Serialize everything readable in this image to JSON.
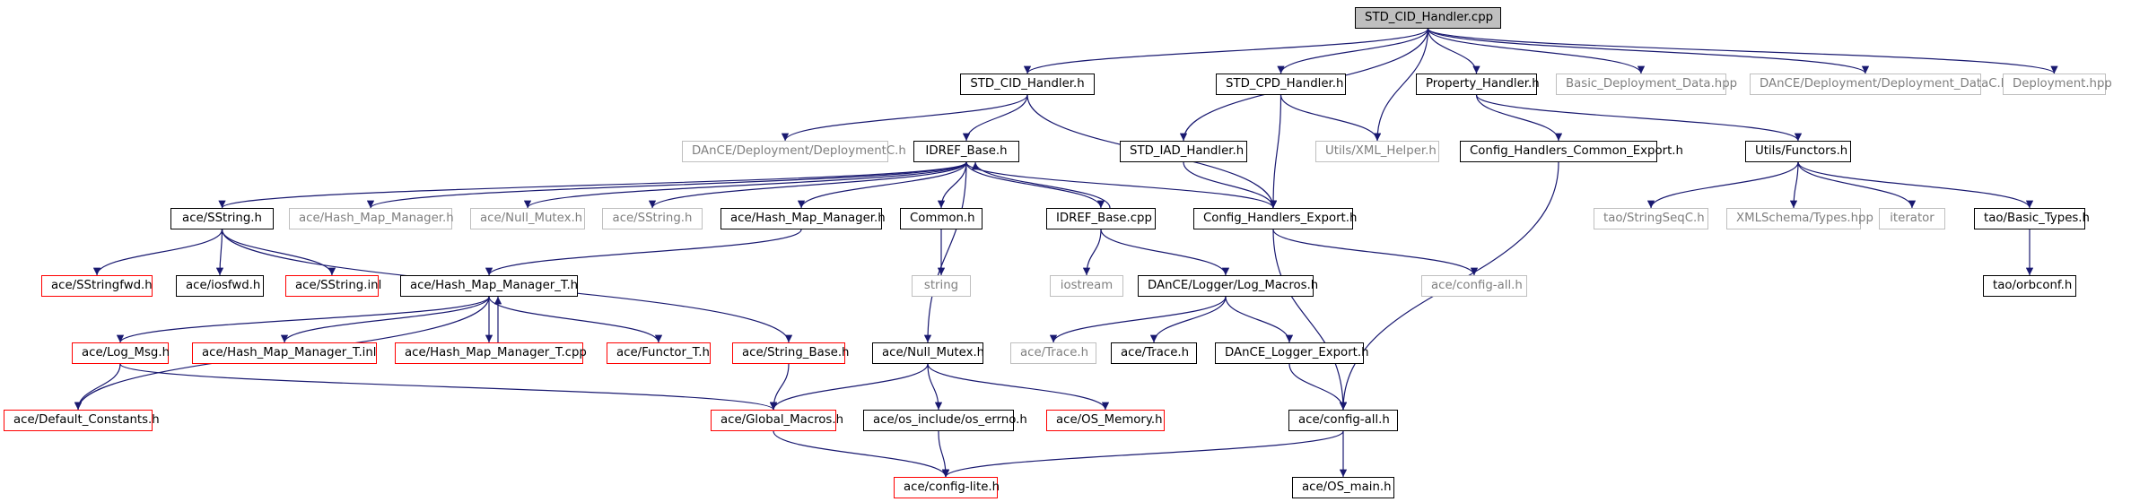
{
  "diagram": {
    "edge_color": "#191970",
    "nodes": [
      {
        "id": "root",
        "label": "STD_CID_Handler.cpp",
        "style": "root"
      },
      {
        "id": "cidh",
        "label": "STD_CID_Handler.h",
        "style": "normal"
      },
      {
        "id": "iadh",
        "label": "STD_IAD_Handler.h",
        "style": "normal"
      },
      {
        "id": "cpdh",
        "label": "STD_CPD_Handler.h",
        "style": "normal"
      },
      {
        "id": "xmlh",
        "label": "Utils/XML_Helper.h",
        "style": "grey"
      },
      {
        "id": "proph",
        "label": "Property_Handler.h",
        "style": "normal"
      },
      {
        "id": "bdd",
        "label": "Basic_Deployment_Data.hpp",
        "style": "grey"
      },
      {
        "id": "ddc",
        "label": "DAnCE/Deployment/Deployment_DataC.h",
        "style": "grey"
      },
      {
        "id": "dephpp",
        "label": "Deployment.hpp",
        "style": "grey"
      },
      {
        "id": "depc",
        "label": "DAnCE/Deployment/DeploymentC.h",
        "style": "grey"
      },
      {
        "id": "idrefh",
        "label": "IDREF_Base.h",
        "style": "normal"
      },
      {
        "id": "chce",
        "label": "Config_Handlers_Common_Export.h",
        "style": "normal"
      },
      {
        "id": "func",
        "label": "Utils/Functors.h",
        "style": "normal"
      },
      {
        "id": "sstrh",
        "label": "ace/SString.h",
        "style": "normal"
      },
      {
        "id": "hmm_g",
        "label": "ace/Hash_Map_Manager.h",
        "style": "grey"
      },
      {
        "id": "nm_g",
        "label": "ace/Null_Mutex.h",
        "style": "grey"
      },
      {
        "id": "sstr_g",
        "label": "ace/SString.h",
        "style": "grey"
      },
      {
        "id": "hmm",
        "label": "ace/Hash_Map_Manager.h",
        "style": "normal"
      },
      {
        "id": "common",
        "label": "Common.h",
        "style": "normal"
      },
      {
        "id": "idrefcpp",
        "label": "IDREF_Base.cpp",
        "style": "normal"
      },
      {
        "id": "che",
        "label": "Config_Handlers_Export.h",
        "style": "normal"
      },
      {
        "id": "strseq",
        "label": "tao/StringSeqC.h",
        "style": "grey"
      },
      {
        "id": "xmltypes",
        "label": "XMLSchema/Types.hpp",
        "style": "grey"
      },
      {
        "id": "iter",
        "label": "iterator",
        "style": "grey"
      },
      {
        "id": "basict",
        "label": "tao/Basic_Types.h",
        "style": "normal"
      },
      {
        "id": "ssfwd",
        "label": "ace/SStringfwd.h",
        "style": "red"
      },
      {
        "id": "iosfwd",
        "label": "ace/iosfwd.h",
        "style": "normal"
      },
      {
        "id": "ssinl",
        "label": "ace/SString.inl",
        "style": "red"
      },
      {
        "id": "hmmt",
        "label": "ace/Hash_Map_Manager_T.h",
        "style": "normal"
      },
      {
        "id": "string",
        "label": "string",
        "style": "grey"
      },
      {
        "id": "iostream",
        "label": "iostream",
        "style": "grey"
      },
      {
        "id": "logm",
        "label": "DAnCE/Logger/Log_Macros.h",
        "style": "normal"
      },
      {
        "id": "cfgall_g",
        "label": "ace/config-all.h",
        "style": "grey"
      },
      {
        "id": "orbconf",
        "label": "tao/orbconf.h",
        "style": "normal"
      },
      {
        "id": "logmsg",
        "label": "ace/Log_Msg.h",
        "style": "red"
      },
      {
        "id": "hmmtinl",
        "label": "ace/Hash_Map_Manager_T.inl",
        "style": "red"
      },
      {
        "id": "hmmtcpp",
        "label": "ace/Hash_Map_Manager_T.cpp",
        "style": "red"
      },
      {
        "id": "functort",
        "label": "ace/Functor_T.h",
        "style": "red"
      },
      {
        "id": "strbase",
        "label": "ace/String_Base.h",
        "style": "red"
      },
      {
        "id": "nm",
        "label": "ace/Null_Mutex.h",
        "style": "normal"
      },
      {
        "id": "trace_g",
        "label": "ace/Trace.h",
        "style": "grey"
      },
      {
        "id": "trace",
        "label": "ace/Trace.h",
        "style": "normal"
      },
      {
        "id": "dle",
        "label": "DAnCE_Logger_Export.h",
        "style": "normal"
      },
      {
        "id": "defc",
        "label": "ace/Default_Constants.h",
        "style": "red"
      },
      {
        "id": "globm",
        "label": "ace/Global_Macros.h",
        "style": "red"
      },
      {
        "id": "oserrno",
        "label": "ace/os_include/os_errno.h",
        "style": "normal"
      },
      {
        "id": "osmem",
        "label": "ace/OS_Memory.h",
        "style": "red"
      },
      {
        "id": "cfgall",
        "label": "ace/config-all.h",
        "style": "normal"
      },
      {
        "id": "cfglite",
        "label": "ace/config-lite.h",
        "style": "red"
      },
      {
        "id": "osmain",
        "label": "ace/OS_main.h",
        "style": "normal"
      }
    ],
    "edges": [
      [
        "root",
        "cidh"
      ],
      [
        "root",
        "iadh"
      ],
      [
        "root",
        "cpdh"
      ],
      [
        "root",
        "xmlh"
      ],
      [
        "root",
        "proph"
      ],
      [
        "root",
        "bdd"
      ],
      [
        "root",
        "ddc"
      ],
      [
        "root",
        "dephpp"
      ],
      [
        "cidh",
        "depc"
      ],
      [
        "cidh",
        "idrefh"
      ],
      [
        "cidh",
        "che"
      ],
      [
        "iadh",
        "che"
      ],
      [
        "cpdh",
        "xmlh"
      ],
      [
        "cpdh",
        "che"
      ],
      [
        "proph",
        "chce"
      ],
      [
        "proph",
        "func"
      ],
      [
        "idrefh",
        "sstrh"
      ],
      [
        "idrefh",
        "hmm_g"
      ],
      [
        "idrefh",
        "nm_g"
      ],
      [
        "idrefh",
        "sstr_g"
      ],
      [
        "idrefh",
        "hmm"
      ],
      [
        "idrefh",
        "common"
      ],
      [
        "idrefh",
        "idrefcpp"
      ],
      [
        "idrefh",
        "che"
      ],
      [
        "idrefh",
        "nm"
      ],
      [
        "idrefcpp",
        "idrefh"
      ],
      [
        "idrefcpp",
        "iostream"
      ],
      [
        "idrefcpp",
        "logm"
      ],
      [
        "chce",
        "cfgall"
      ],
      [
        "func",
        "strseq"
      ],
      [
        "func",
        "xmltypes"
      ],
      [
        "func",
        "iter"
      ],
      [
        "func",
        "basict"
      ],
      [
        "basict",
        "orbconf"
      ],
      [
        "sstrh",
        "ssfwd"
      ],
      [
        "sstrh",
        "iosfwd"
      ],
      [
        "sstrh",
        "ssinl"
      ],
      [
        "sstrh",
        "strbase"
      ],
      [
        "hmm",
        "hmmt"
      ],
      [
        "common",
        "string"
      ],
      [
        "che",
        "cfgall_g"
      ],
      [
        "che",
        "cfgall"
      ],
      [
        "hmmt",
        "logmsg"
      ],
      [
        "hmmt",
        "hmmtinl"
      ],
      [
        "hmmt",
        "hmmtcpp"
      ],
      [
        "hmmt",
        "functort"
      ],
      [
        "hmmt",
        "defc"
      ],
      [
        "hmmtcpp",
        "hmmt"
      ],
      [
        "logm",
        "trace_g"
      ],
      [
        "logm",
        "trace"
      ],
      [
        "logm",
        "dle"
      ],
      [
        "logmsg",
        "defc"
      ],
      [
        "logmsg",
        "globm"
      ],
      [
        "strbase",
        "globm"
      ],
      [
        "nm",
        "globm"
      ],
      [
        "nm",
        "oserrno"
      ],
      [
        "nm",
        "osmem"
      ],
      [
        "dle",
        "cfgall"
      ],
      [
        "globm",
        "cfglite"
      ],
      [
        "oserrno",
        "cfglite"
      ],
      [
        "cfgall",
        "cfglite"
      ],
      [
        "cfgall",
        "osmain"
      ]
    ]
  }
}
